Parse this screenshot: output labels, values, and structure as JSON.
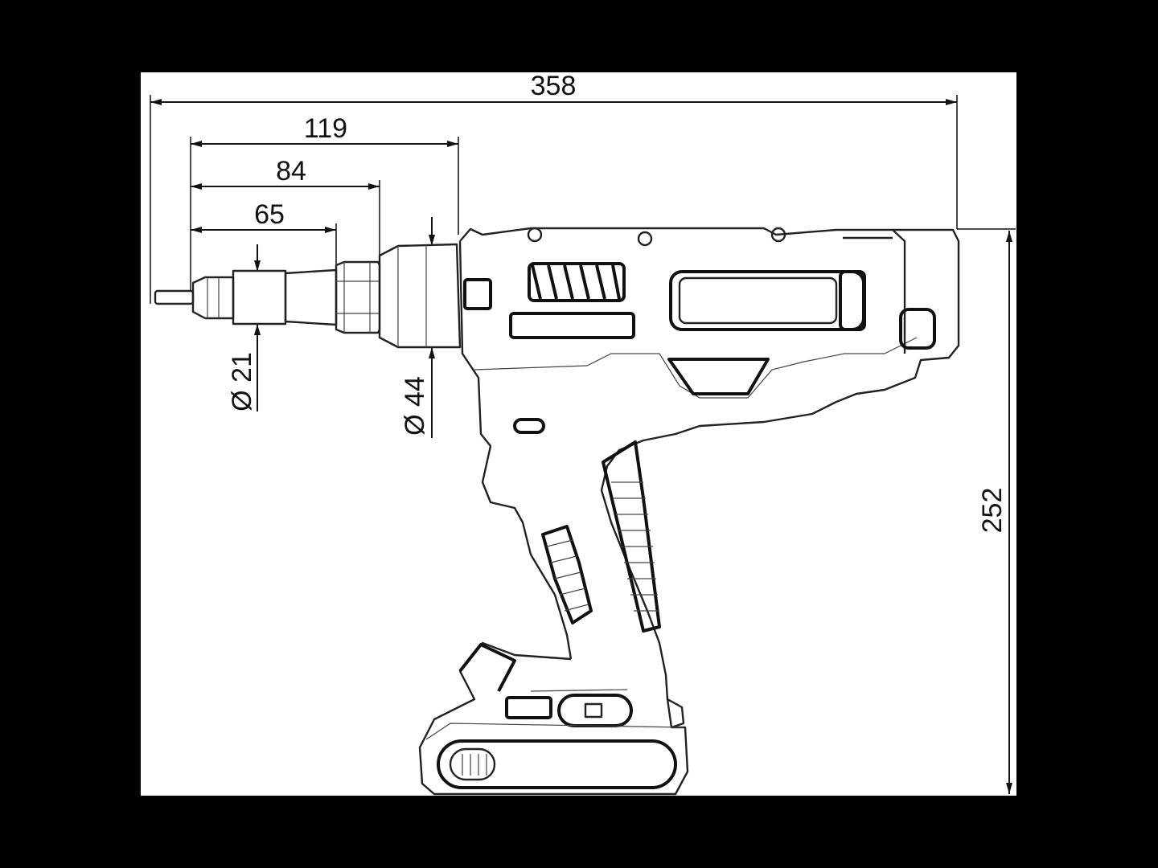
{
  "title": "Rivet tool dimension drawing",
  "dimensions": {
    "overall_length": "358",
    "length_119": "119",
    "length_84": "84",
    "length_65": "65",
    "diameter_21": "Ø 21",
    "diameter_44": "Ø 44",
    "overall_height": "252"
  }
}
